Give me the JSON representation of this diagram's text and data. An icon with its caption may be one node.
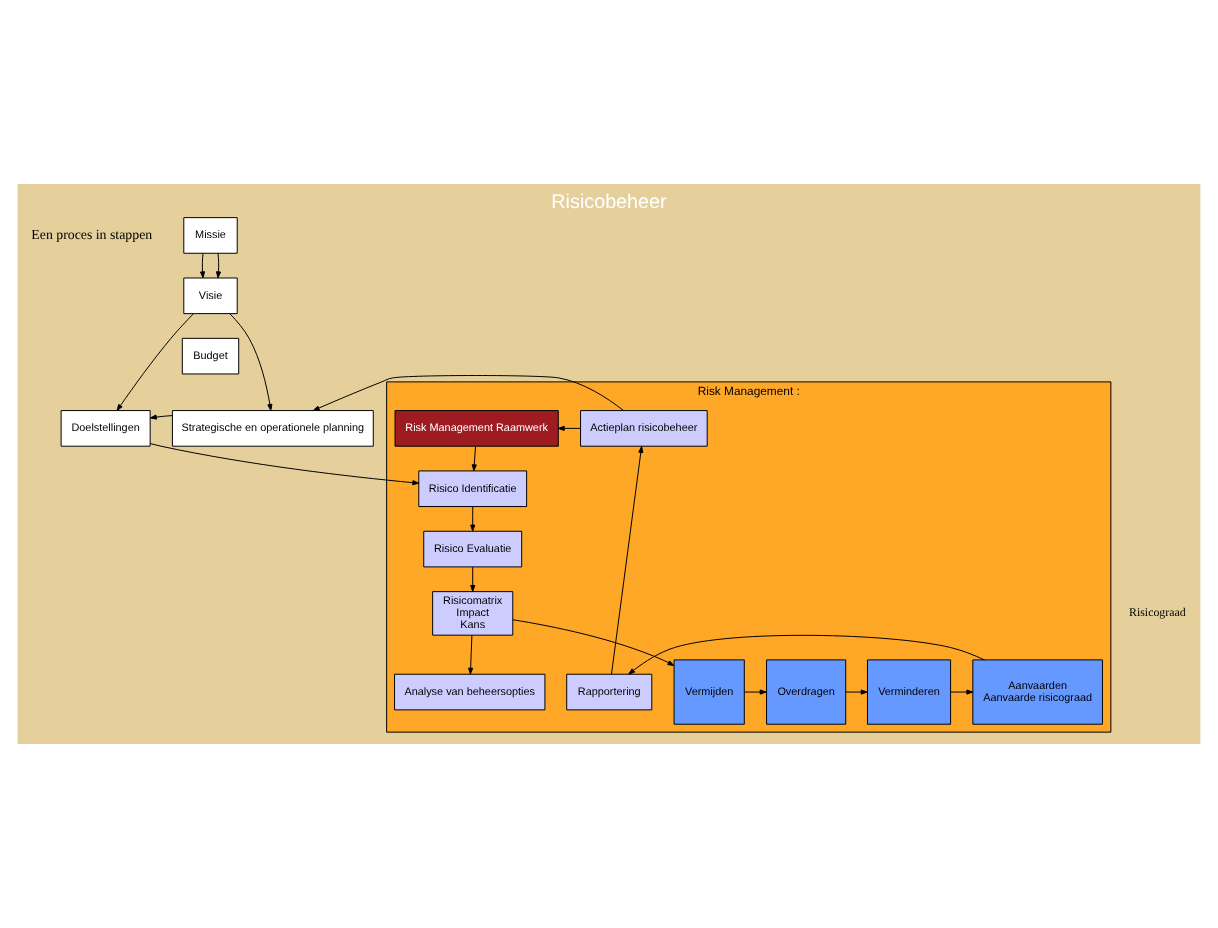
{
  "diagram": {
    "title": "Risicobeheer",
    "nodes": [
      {
        "text": [
          "Missie"
        ]
      },
      {
        "text": [
          "Visie"
        ]
      },
      {
        "text": [
          "Budget"
        ]
      },
      {
        "text": [
          "Doelstellingen"
        ]
      },
      {
        "text": [
          "Strategische en operationele planning"
        ]
      },
      {
        "text": [
          "Risk Management :"
        ]
      },
      {
        "text": [
          "Risk Management Raamwerk"
        ],
        "in": 5
      },
      {
        "text": [
          "Risico Identificatie"
        ],
        "in": 5
      },
      {
        "text": [
          "Risico Evaluatie"
        ],
        "in": 5
      },
      {
        "text": [
          "Risicomatrix",
          "Impact",
          "Kans"
        ],
        "in": 5
      },
      {
        "text": [
          "Vermijden"
        ],
        "in": 5
      },
      {
        "text": [
          "Overdragen"
        ],
        "in": 5
      },
      {
        "text": [
          "Verminderen"
        ],
        "in": 5
      },
      {
        "text": [
          "Aanvaarden",
          "Aanvaarde risicograad"
        ],
        "in": 5
      },
      {
        "text": [
          "Analyse van beheersopties"
        ],
        "in": 5
      },
      {
        "text": [
          "Rapportering"
        ],
        "in": 5
      },
      {
        "text": [
          "Actieplan risicobeheer"
        ],
        "in": 5
      }
    ],
    "edges": [
      {
        "from": 0,
        "to": 1,
        "arrow": "to"
      },
      {
        "from": 0,
        "to": 1,
        "arrow": "to"
      },
      {
        "from": 1,
        "to": 3,
        "arrow": "to"
      },
      {
        "from": 1,
        "to": 4,
        "arrow": "to"
      },
      {
        "from": 4,
        "to": 3,
        "arrow": "to"
      },
      {
        "from": 3,
        "to": 7,
        "arrow": "to"
      },
      {
        "from": 6,
        "to": 7,
        "arrow": "to"
      },
      {
        "from": 7,
        "to": 8,
        "arrow": "to"
      },
      {
        "from": 8,
        "to": 9,
        "arrow": "to"
      },
      {
        "from": 9,
        "to": 10,
        "arrow": "to"
      },
      {
        "from": 9,
        "to": 14,
        "arrow": "to"
      },
      {
        "from": 10,
        "to": 11,
        "arrow": "to"
      },
      {
        "from": 11,
        "to": 12,
        "arrow": "to"
      },
      {
        "from": 12,
        "to": 13,
        "arrow": "to"
      },
      {
        "from": 13,
        "to": 15,
        "arrow": "to"
      },
      {
        "from": 15,
        "to": 16,
        "arrow": "to"
      },
      {
        "from": 16,
        "to": 6,
        "arrow": "to"
      },
      {
        "from": 16,
        "to": 4,
        "arrow": "to"
      }
    ],
    "labels": [
      "Een proces in stappen",
      "Risicograad"
    ]
  }
}
